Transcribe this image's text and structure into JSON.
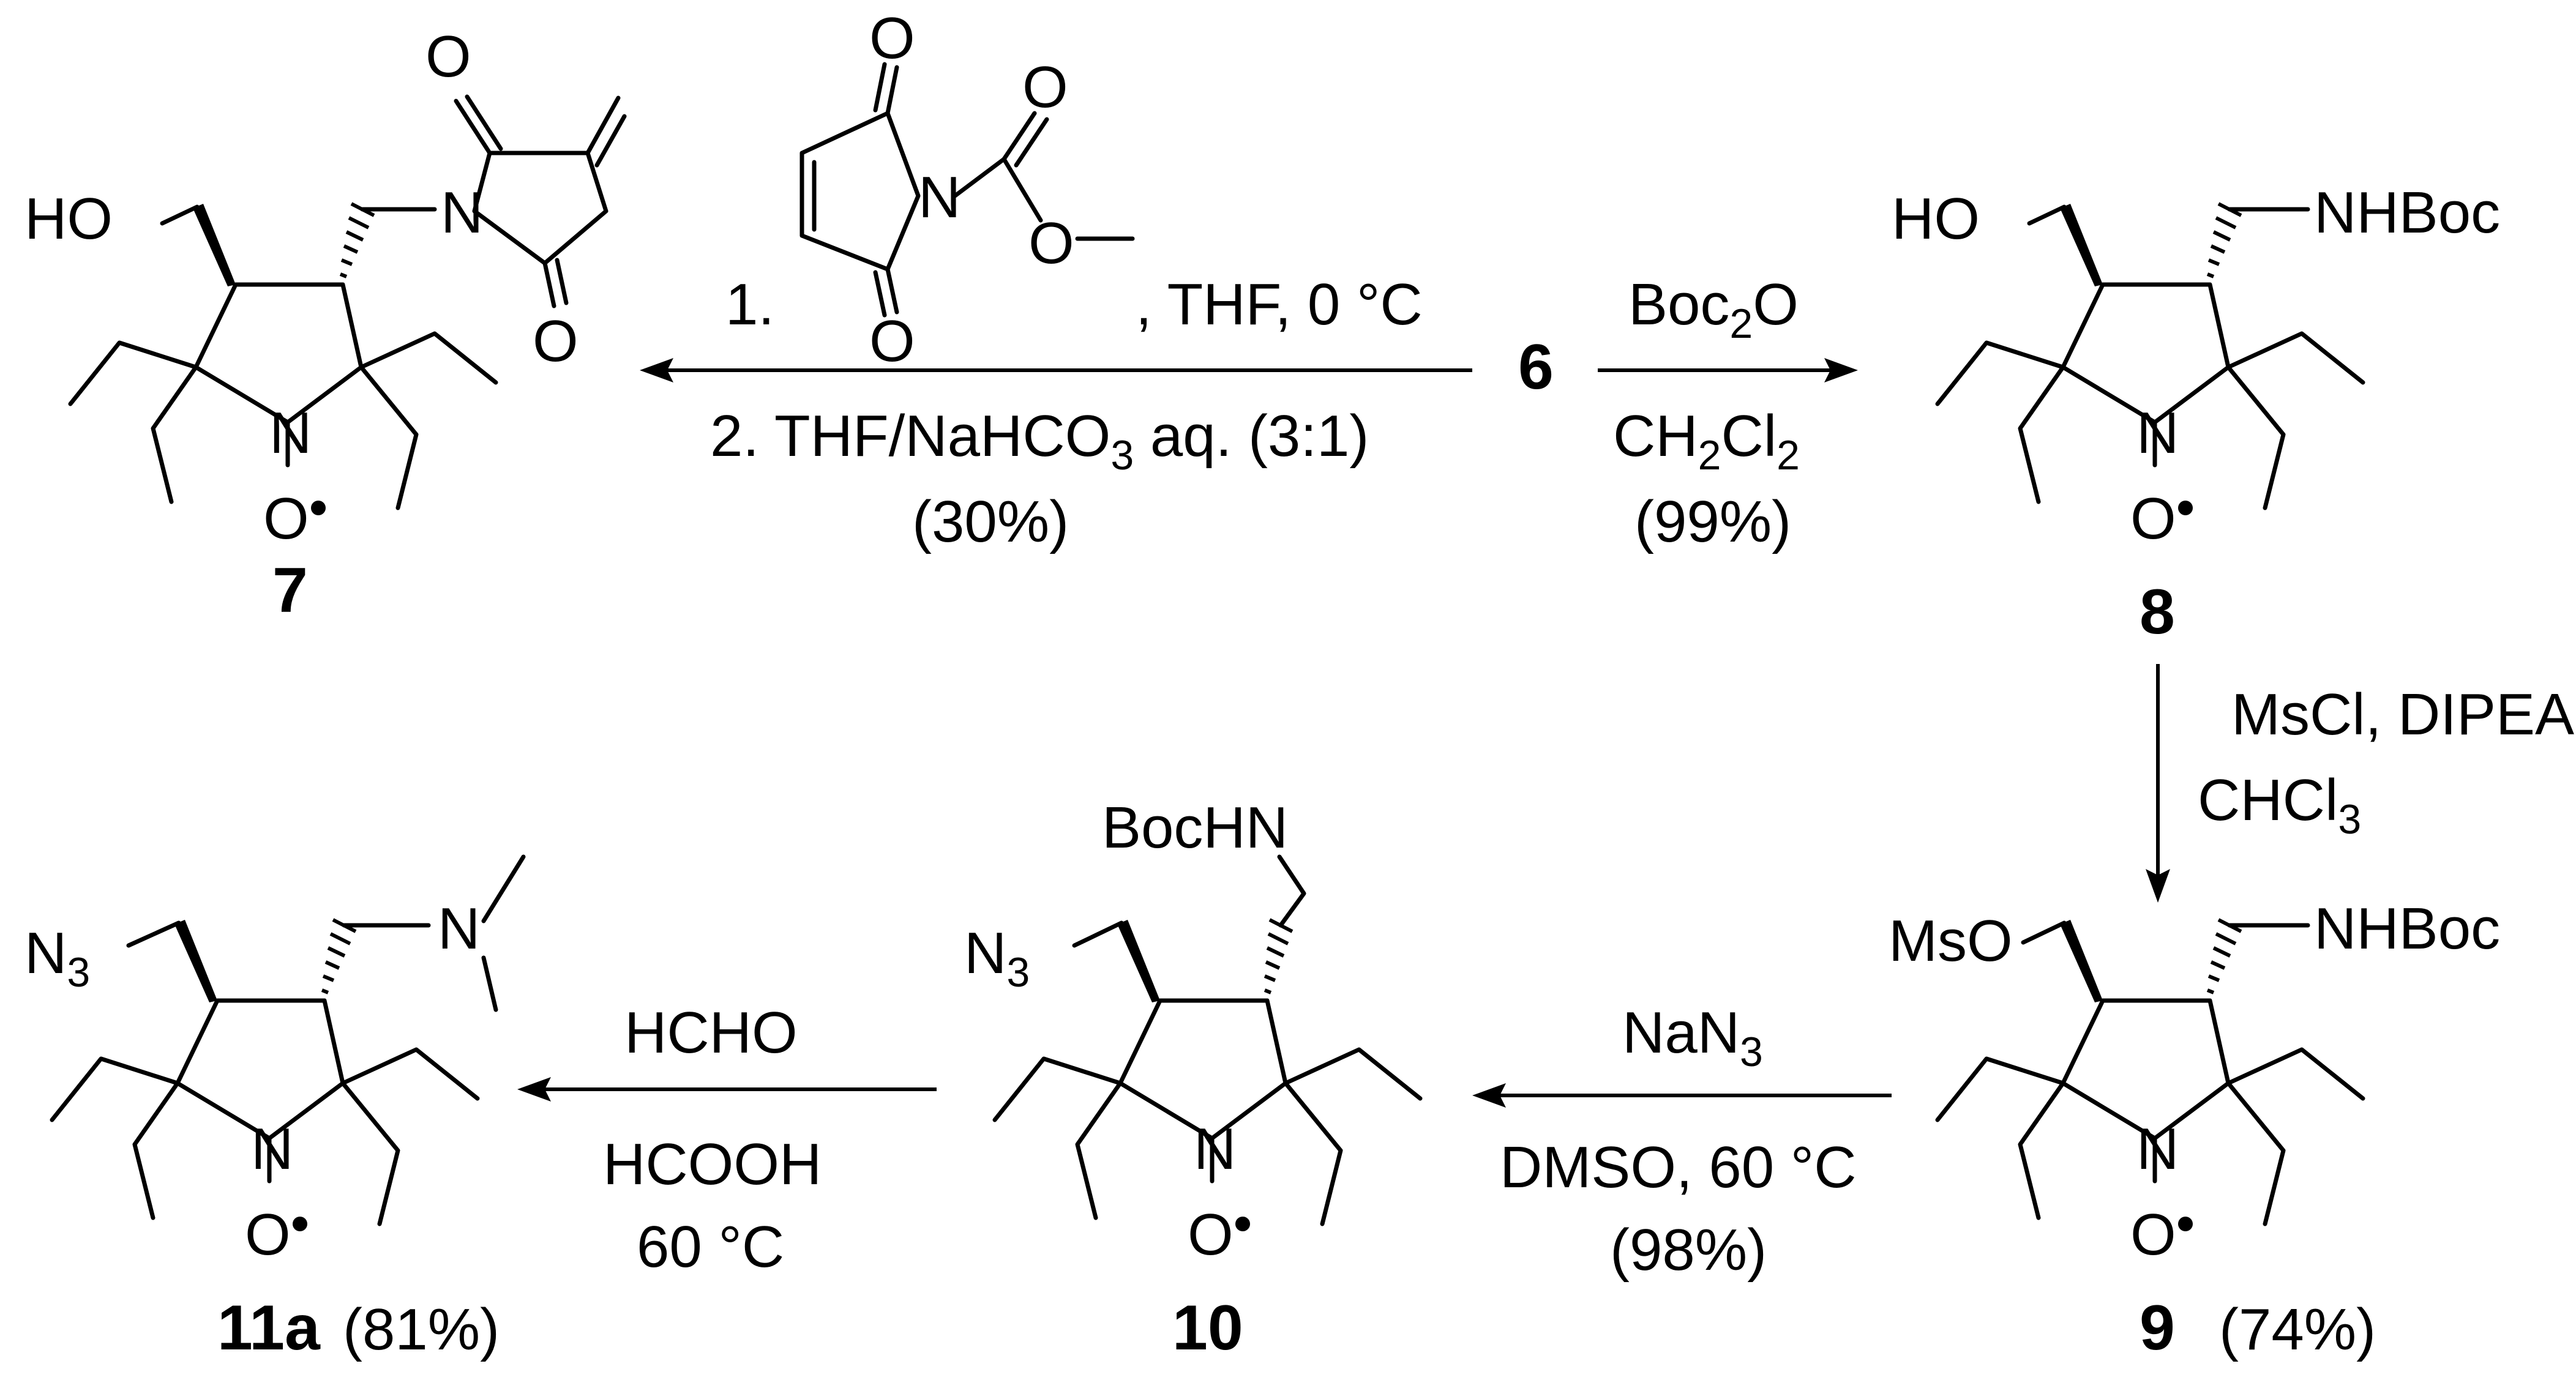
{
  "compounds": {
    "c7": {
      "label": "7",
      "hydroxyl": "HO",
      "imide_o_top": "O",
      "imide_n": "N",
      "imide_o_bottom": "O",
      "ring_n": "N",
      "ring_o": "O"
    },
    "c8": {
      "label": "8",
      "hydroxyl": "HO",
      "amine": "NHBoc",
      "ring_n": "N",
      "ring_o": "O"
    },
    "c9": {
      "label": "9",
      "yield": "(74%)",
      "mesylate": "MsO",
      "amine": "NHBoc",
      "ring_n": "N",
      "ring_o": "O"
    },
    "c10": {
      "label": "10",
      "azide": "N",
      "azide_sub": "3",
      "amine": "BocHN",
      "ring_n": "N",
      "ring_o": "O"
    },
    "c11a": {
      "label": "11a",
      "yield": "(81%)",
      "azide": "N",
      "azide_sub": "3",
      "amine": "N",
      "ring_n": "N",
      "ring_o": "O"
    },
    "start": {
      "label": "6"
    }
  },
  "reagent_maleimide": {
    "o_top": "O",
    "n": "N",
    "o_bottom": "O",
    "carbonyl_o": "O",
    "ester_o": "O"
  },
  "step_6_to_7": {
    "line1_num": "1.",
    "line1_tail": ", THF, 0 °C",
    "line2_a": "2. THF/NaHCO",
    "line2_sub": "3",
    "line2_b": " aq. (3:1)",
    "yield": "(30%)"
  },
  "step_6_to_8": {
    "reagent_a": "Boc",
    "reagent_sub": "2",
    "reagent_b": "O",
    "solvent_a": "CH",
    "solvent_sub1": "2",
    "solvent_b": "Cl",
    "solvent_sub2": "2",
    "yield": "(99%)"
  },
  "step_8_to_9": {
    "reagents": "MsCl, DIPEA",
    "solvent_a": "CHCl",
    "solvent_sub": "3"
  },
  "step_9_to_10": {
    "reagent_a": "NaN",
    "reagent_sub": "3",
    "conditions": "DMSO, 60 °C",
    "yield": "(98%)"
  },
  "step_10_to_11a": {
    "reagent1": "HCHO",
    "reagent2": "HCOOH",
    "temperature": "60 °C"
  }
}
